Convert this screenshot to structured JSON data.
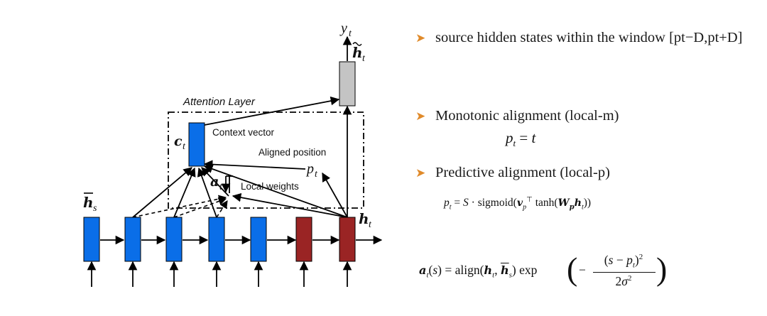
{
  "diagram": {
    "attention_layer_label": "Attention Layer",
    "context_vector_label": "Context vector",
    "aligned_position_label": "Aligned position",
    "local_weights_label": "Local weights",
    "c_t": "c",
    "c_sub": "t",
    "a_t": "a",
    "a_sub": "t",
    "p_t": "p",
    "p_sub": "t",
    "h_s": "h",
    "h_s_sub": "s",
    "h_t": "h",
    "h_t_sub": "t",
    "h_tilde_t": "h",
    "h_tilde_sub": "t",
    "y_t": "y",
    "y_sub": "t",
    "colors": {
      "source_box": "#0a6ee8",
      "target_box": "#9a2424",
      "output_box": "#c4c4c4"
    }
  },
  "bullets": [
    {
      "icon": "orange-arrow-icon",
      "text": "source hidden states within the window [pt−D,pt+D]"
    },
    {
      "icon": "orange-arrow-icon",
      "text": "Monotonic alignment (local-m)"
    },
    {
      "icon": "orange-arrow-icon",
      "text": "Predictive alignment (local-p)"
    }
  ],
  "formulas": {
    "local_m": "p_t = t",
    "local_p": "p_t = S · sigmoid(v_p^⊤ tanh(W_p h_t))",
    "alignment": "a_t(s) = align(h_t, h̄_s) exp(−(s − p_t)^2 / 2σ^2)"
  }
}
